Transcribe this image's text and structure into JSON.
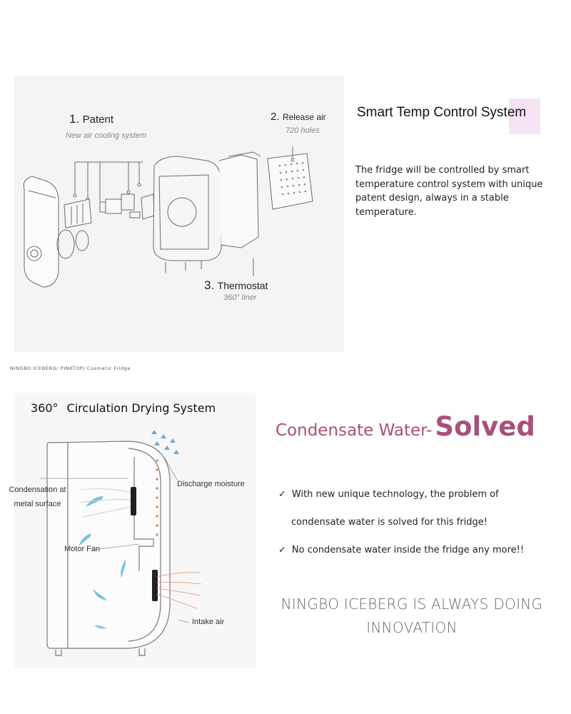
{
  "section1": {
    "labels": {
      "patent_num": "1.",
      "patent_word": "Patent",
      "patent_sub": "New air cooling system",
      "release_num": "2.",
      "release_word": "Release air",
      "release_sub": "720 holes",
      "thermo_num": "3.",
      "thermo_word": "Thermostat",
      "thermo_sub": "360° liner"
    },
    "title": "Smart Temp Control System",
    "description": "The fridge will be controlled by smart temperature control system with unique patent design, always in a stable temperature.",
    "caption": "NINGBO ICEBERG/ PINKTOP/ Cosmetic Fridge",
    "highlight_color": "#f6e3f3"
  },
  "section2": {
    "image_title_num": "360",
    "image_title_deg": "°",
    "image_title_text": "Circulation Drying System",
    "labels": {
      "condensation_line1": "Condensation at",
      "condensation_line2": "metal surface",
      "discharge": "Discharge moisture",
      "motor_fan": "Motor Fan",
      "intake": "Intake air"
    },
    "heading_light": "Condensate Water-",
    "heading_bold": "Solved",
    "heading_color": "#a8507b",
    "bullets": [
      {
        "check": "✓",
        "line1": "With new unique technology, the problem of",
        "line2": "condensate water is solved for this fridge!"
      },
      {
        "check": "✓",
        "line1": "No condensate water inside the fridge any more!!"
      }
    ],
    "slogan_line1": "NINGBO ICEBERG IS ALWAYS DOING",
    "slogan_line2": "INNOVATION"
  }
}
